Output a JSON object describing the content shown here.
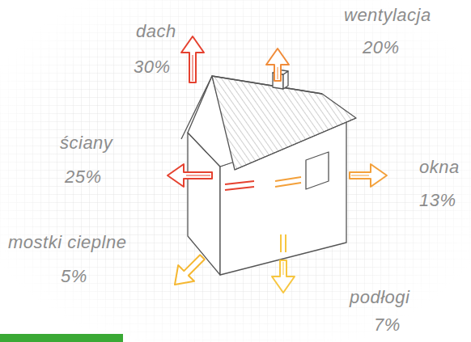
{
  "diagram": {
    "labels": [
      "dach",
      "30%",
      "wentylacja",
      "20%",
      "ściany",
      "25%",
      "okna",
      "13%",
      "mostki cieplne",
      "5%",
      "podłogi",
      "7%"
    ]
  }
}
